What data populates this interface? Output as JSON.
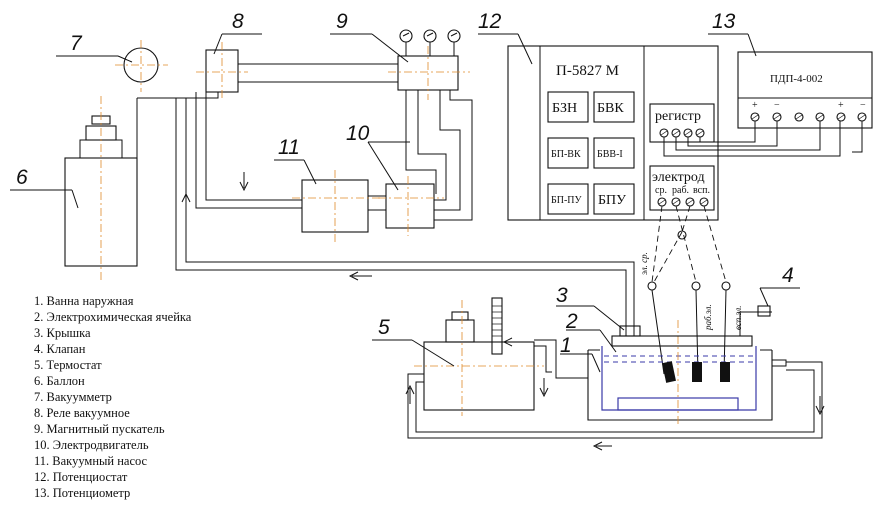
{
  "numbers": {
    "n1": "1",
    "n2": "2",
    "n3": "3",
    "n4": "4",
    "n5": "5",
    "n6": "6",
    "n7": "7",
    "n8": "8",
    "n9": "9",
    "n10": "10",
    "n11": "11",
    "n12": "12",
    "n13": "13"
  },
  "potentiostat": {
    "title": "П-5827 М",
    "blocks": [
      "БЗН",
      "БВК",
      "БП-ВК",
      "БВВ-I",
      "БП-ПУ",
      "БПУ"
    ],
    "register_label": "регистр",
    "electrode_label": "электрод",
    "terminals": [
      "ср.",
      "раб.",
      "всп."
    ]
  },
  "potentiometer": {
    "title": "ПДП-4-002",
    "plus_left": "+",
    "minus_left": "−",
    "plus_right": "+",
    "minus_right": "−"
  },
  "wire_labels": {
    "ref": "эл. ср.",
    "work": "раб.эл.",
    "aux": "всп.эл."
  },
  "legend": [
    "1. Ванна наружная",
    "2. Электрохимическая ячейка",
    "3. Крышка",
    "4. Клапан",
    "5. Термостат",
    "6. Баллон",
    "7. Вакуумметр",
    "8. Реле вакуумное",
    "9. Магнитный пускатель",
    "10. Электродвигатель",
    "11. Вакуумный насос",
    "12. Потенциостат",
    "13. Потенциометр"
  ],
  "colors": {
    "line": "#111111",
    "centerline": "#e08a2a",
    "cell": "#3a3aa8",
    "background": "#ffffff"
  }
}
